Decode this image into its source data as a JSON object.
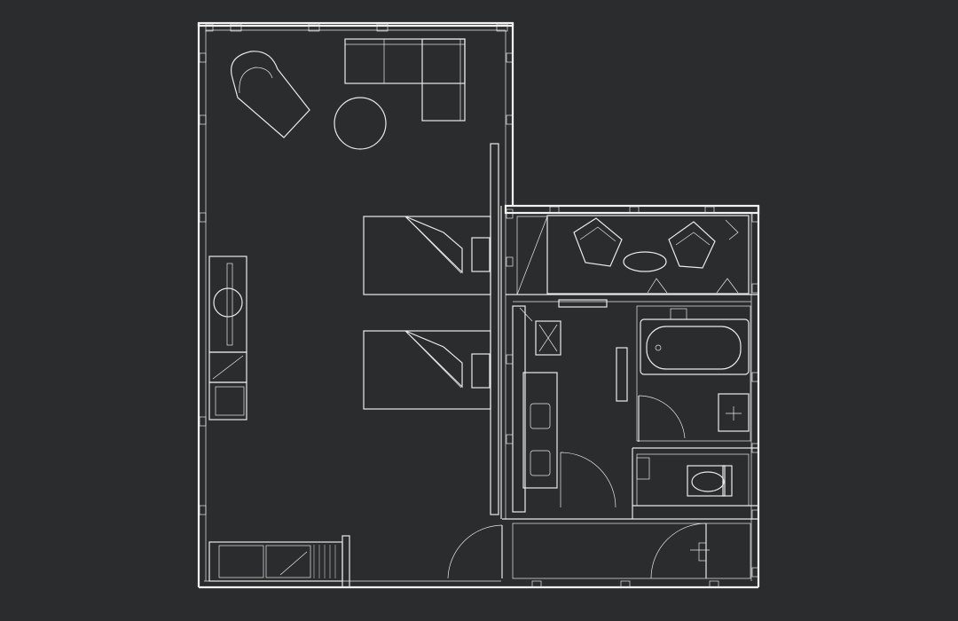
{
  "image": {
    "kind": "architectural floor plan",
    "style": "white linework on dark charcoal background",
    "colors": {
      "background": "#2b2c2d",
      "line": "#e9e9e9"
    }
  },
  "plan": {
    "zones": [
      {
        "id": "living",
        "furniture": [
          "lounge-chair",
          "round-side-table",
          "sectional-sofa"
        ]
      },
      {
        "id": "sleeping",
        "furniture": [
          "bed-1",
          "bed-2",
          "nightstand-1",
          "nightstand-2"
        ]
      },
      {
        "id": "desk-wall",
        "furniture": [
          "console-desk",
          "round-stool",
          "cabinet-1",
          "cabinet-2"
        ]
      },
      {
        "id": "balcony",
        "furniture": [
          "armchair-1",
          "armchair-2",
          "oval-table",
          "decking"
        ]
      },
      {
        "id": "bath",
        "furniture": [
          "bathtub",
          "basin",
          "toilet",
          "twin-vanity"
        ]
      },
      {
        "id": "entry",
        "furniture": [
          "entry-door",
          "storage-unit",
          "decking"
        ]
      }
    ]
  }
}
